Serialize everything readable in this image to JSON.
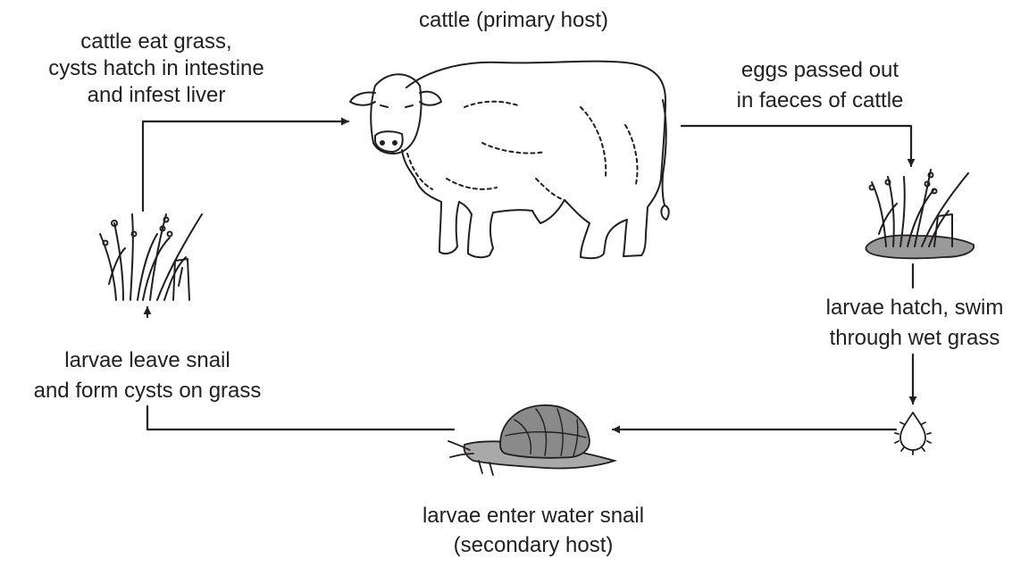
{
  "cattle": {
    "title": "cattle (primary host)",
    "icon": "cow-icon"
  },
  "steps": {
    "eat_grass": [
      "cattle eat grass,",
      "cysts hatch in intestine",
      "and infest liver"
    ],
    "eggs_passed": [
      "eggs passed out",
      "in faeces of cattle"
    ],
    "larvae_hatch": [
      "larvae hatch, swim",
      "through wet grass"
    ],
    "enter_snail": [
      "larvae enter water snail",
      "(secondary host)"
    ],
    "leave_snail": [
      "larvae leave snail",
      "and form cysts on grass"
    ]
  },
  "icons": {
    "left_grass": "grass-icon",
    "right_grass": "wet-grass-icon",
    "snail": "snail-icon",
    "larva": "larva-icon"
  },
  "colors": {
    "ink": "#231f20",
    "snail_shell": "#8a8a8a",
    "snail_body": "#a9a9a9",
    "puddle": "#9a9a9a"
  }
}
